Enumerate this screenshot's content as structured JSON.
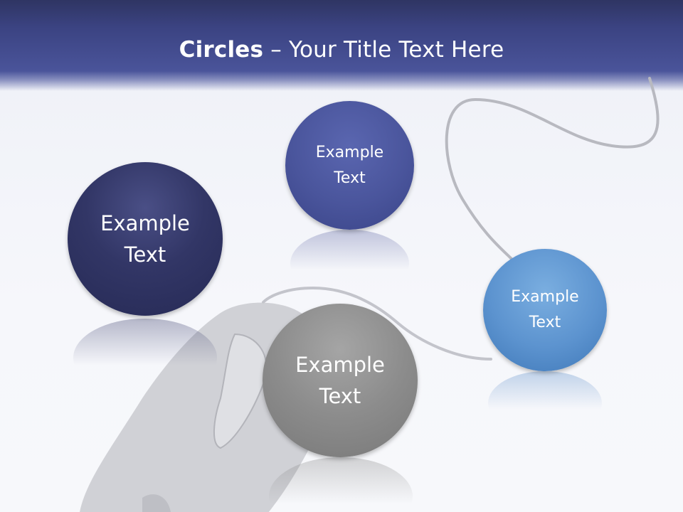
{
  "slide": {
    "title_bold": "Circles",
    "title_rest": " – Your Title Text Here"
  },
  "circles": [
    {
      "line1": "Example",
      "line2": "Text",
      "color": "#2c305f"
    },
    {
      "line1": "Example",
      "line2": "Text",
      "color": "#4a559c"
    },
    {
      "line1": "Example",
      "line2": "Text",
      "color": "#5c93cf"
    },
    {
      "line1": "Example",
      "line2": "Text",
      "color": "#8c8c8c"
    }
  ],
  "decoration": {
    "image": "computer-mouse-icon",
    "header_color": "#3b4382"
  }
}
